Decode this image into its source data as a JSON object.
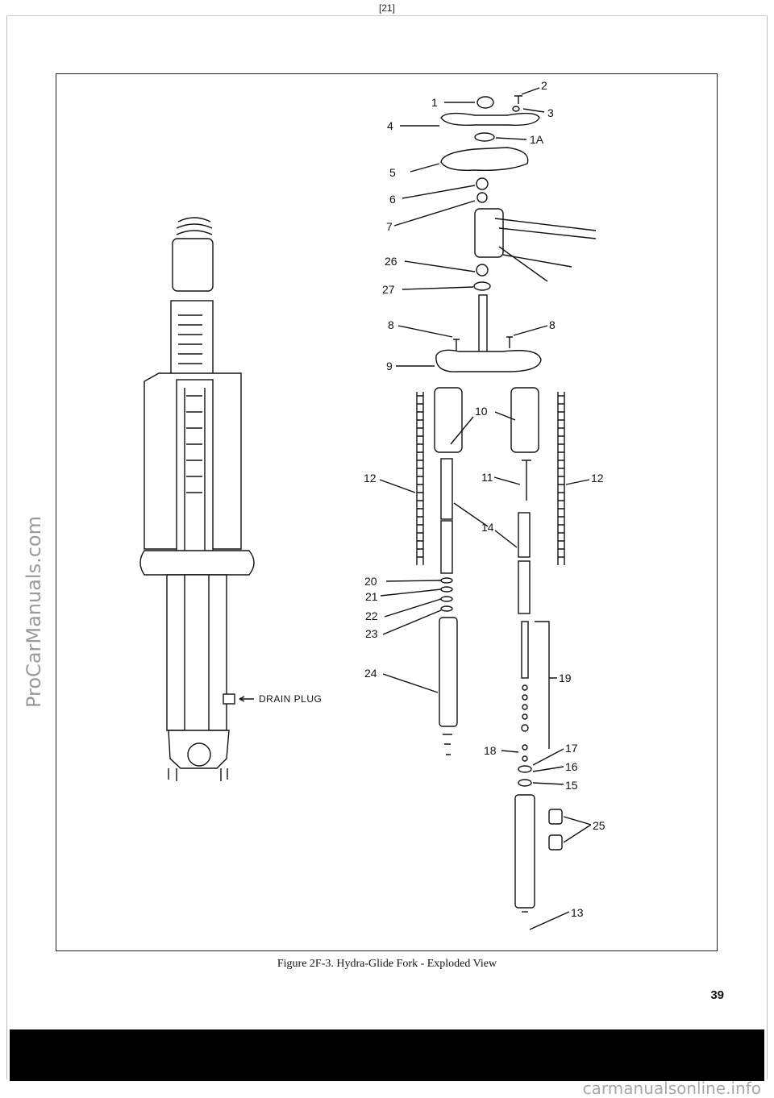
{
  "header": {
    "page_ref": "[21]"
  },
  "watermarks": {
    "left": "ProCarManuals.com",
    "bottom": "carmanualsonline.info"
  },
  "figure": {
    "caption": "Figure 2F-3. Hydra-Glide Fork - Exploded View",
    "drain_plug_label": "DRAIN PLUG",
    "part_labels": [
      "1",
      "1A",
      "2",
      "3",
      "4",
      "5",
      "6",
      "7",
      "26",
      "27",
      "8",
      "8",
      "9",
      "10",
      "12",
      "11",
      "12",
      "14",
      "20",
      "21",
      "22",
      "23",
      "24",
      "19",
      "18",
      "17",
      "16",
      "15",
      "25",
      "13"
    ]
  },
  "page_number": "39"
}
